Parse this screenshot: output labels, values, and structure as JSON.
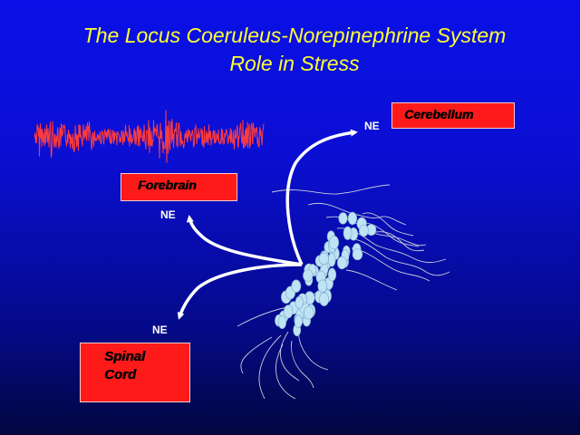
{
  "slide": {
    "title_line1": "The Locus Coeruleus-Norepinephrine System",
    "title_line2": "Role in Stress"
  },
  "boxes": {
    "cerebellum": "Cerebellum",
    "forebrain": "Forebrain",
    "spinal_cord_line1": "Spinal",
    "spinal_cord_line2": "Cord"
  },
  "arrow_labels": {
    "cerebellum": "NE",
    "forebrain": "NE",
    "spinal_cord": "NE"
  },
  "colors": {
    "title": "#ffff33",
    "box_fill": "#ff1a1a",
    "eeg_trace": "#ff3b3b",
    "arrow": "#ffffff",
    "neuron_cell": "#bfe3f5"
  },
  "icons": {
    "eeg": "eeg-trace-icon",
    "neurons": "neuron-cluster-icon"
  }
}
